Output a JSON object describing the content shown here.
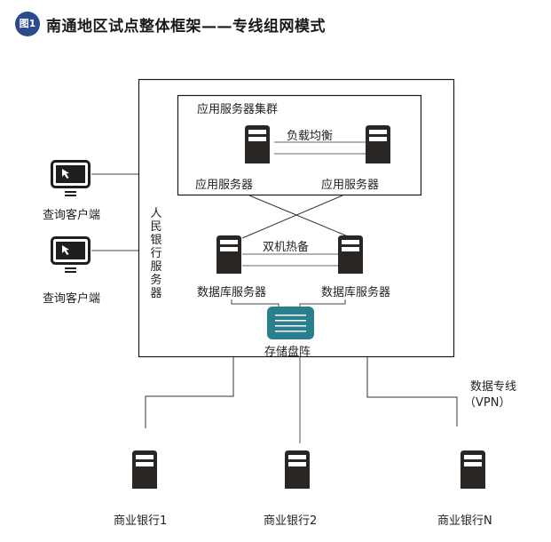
{
  "header": {
    "badge": "图1",
    "title": "南通地区试点整体框架——专线组网模式"
  },
  "colors": {
    "badge": "#2b4b8c",
    "server": "#2a2623",
    "storage": "#2a7f8f",
    "line": "#222222"
  },
  "clients": [
    {
      "label": "查询客户端",
      "icon": "monitor-icon"
    },
    {
      "label": "查询客户端",
      "icon": "monitor-icon"
    }
  ],
  "pboc": {
    "label": "人民银行服务器",
    "app_cluster": {
      "title": "应用服务器集群",
      "link_label": "负载均衡",
      "servers": [
        "应用服务器",
        "应用服务器"
      ]
    },
    "db": {
      "link_label": "双机热备",
      "servers": [
        "数据库服务器",
        "数据库服务器"
      ]
    },
    "storage": {
      "label": "存储盘阵",
      "icon": "storage-array-icon"
    }
  },
  "network": {
    "label_line1": "数据专线",
    "label_line2": "（VPN）"
  },
  "banks": [
    {
      "label": "商业银行1",
      "icon": "server-icon"
    },
    {
      "label": "商业银行2",
      "icon": "server-icon"
    },
    {
      "label": "商业银行N",
      "icon": "server-icon"
    }
  ]
}
